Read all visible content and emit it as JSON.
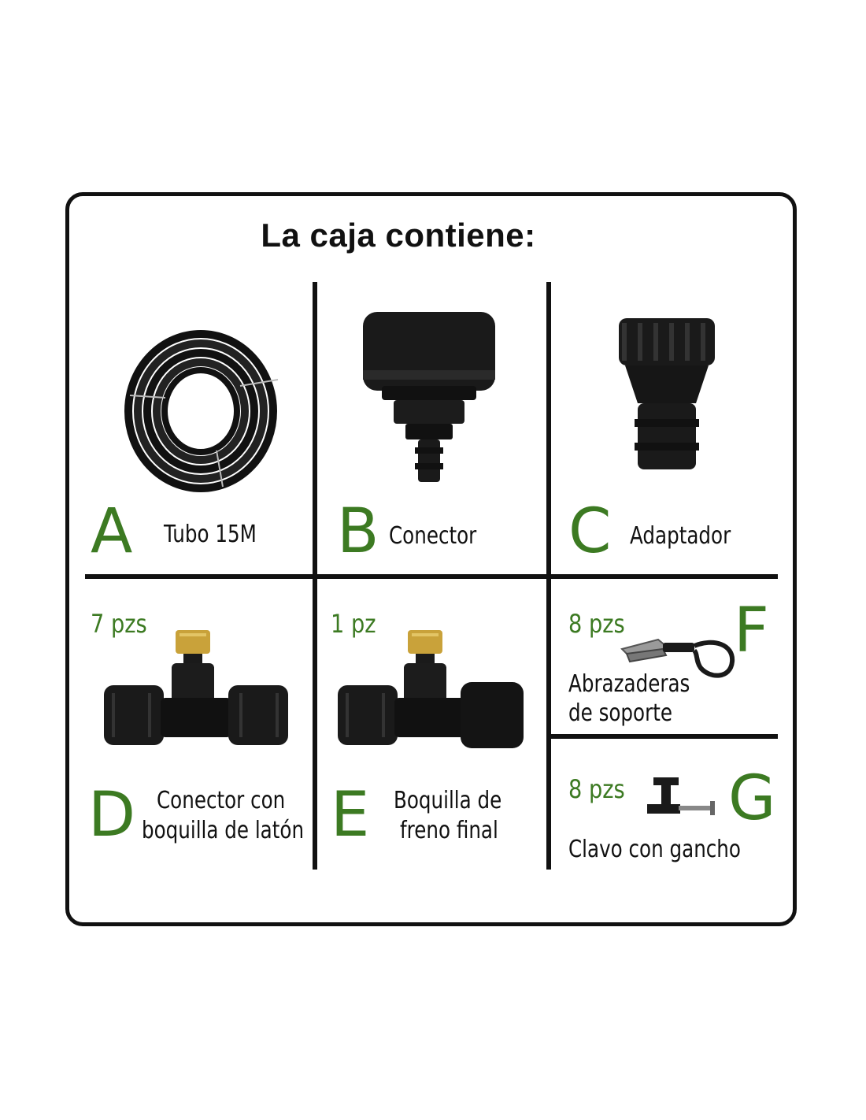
{
  "title": "La caja contiene:",
  "colors": {
    "accent": "#3c7a22",
    "ink": "#111111",
    "brass": "#c9a23a"
  },
  "items": {
    "A": {
      "letter": "A",
      "label": "Tubo 15M",
      "icon": "coiled-hose-icon"
    },
    "B": {
      "letter": "B",
      "label": "Conector",
      "icon": "faucet-connector-icon"
    },
    "C": {
      "letter": "C",
      "label": "Adaptador",
      "icon": "hose-adapter-icon"
    },
    "D": {
      "letter": "D",
      "qty": "7 pzs",
      "label_line1": "Conector con",
      "label_line2": "boquilla de latón",
      "icon": "tee-brass-nozzle-icon"
    },
    "E": {
      "letter": "E",
      "qty": "1 pz",
      "label_line1": "Boquilla de",
      "label_line2": "freno final",
      "icon": "end-stop-nozzle-icon"
    },
    "F": {
      "letter": "F",
      "qty": "8 pzs",
      "label_line1": "Abrazaderas",
      "label_line2": "de soporte",
      "icon": "support-clamp-icon"
    },
    "G": {
      "letter": "G",
      "qty": "8 pzs",
      "label": "Clavo con gancho",
      "icon": "hook-nail-icon"
    }
  }
}
